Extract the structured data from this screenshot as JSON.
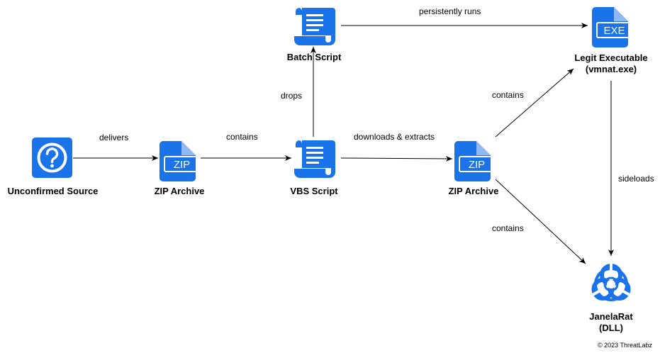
{
  "colors": {
    "icon_blue": "#1a73e8",
    "edge": "#000000"
  },
  "nodes": {
    "unconfirmed_source": {
      "label": "Unconfirmed Source",
      "icon": "question-icon"
    },
    "zip_archive_1": {
      "label": "ZIP Archive",
      "icon": "zip-file-icon",
      "badge": "ZIP"
    },
    "vbs_script": {
      "label": "VBS Script",
      "icon": "script-scroll-icon"
    },
    "batch_script": {
      "label": "Batch Script",
      "icon": "script-scroll-icon"
    },
    "zip_archive_2": {
      "label": "ZIP Archive",
      "icon": "zip-file-icon",
      "badge": "ZIP"
    },
    "legit_executable": {
      "label_line1": "Legit Executable",
      "label_line2": "(vmnat.exe)",
      "icon": "exe-file-icon",
      "badge": "EXE"
    },
    "janelarat": {
      "label_line1": "JanelaRat",
      "label_line2": "(DLL)",
      "icon": "biohazard-icon"
    }
  },
  "edges": {
    "delivers": "delivers",
    "contains_1": "contains",
    "drops": "drops",
    "persistently_runs": "persistently runs",
    "downloads_extracts": "downloads & extracts",
    "contains_2": "contains",
    "contains_3": "contains",
    "sideloads": "sideloads"
  },
  "copyright": "© 2023 ThreatLabz"
}
